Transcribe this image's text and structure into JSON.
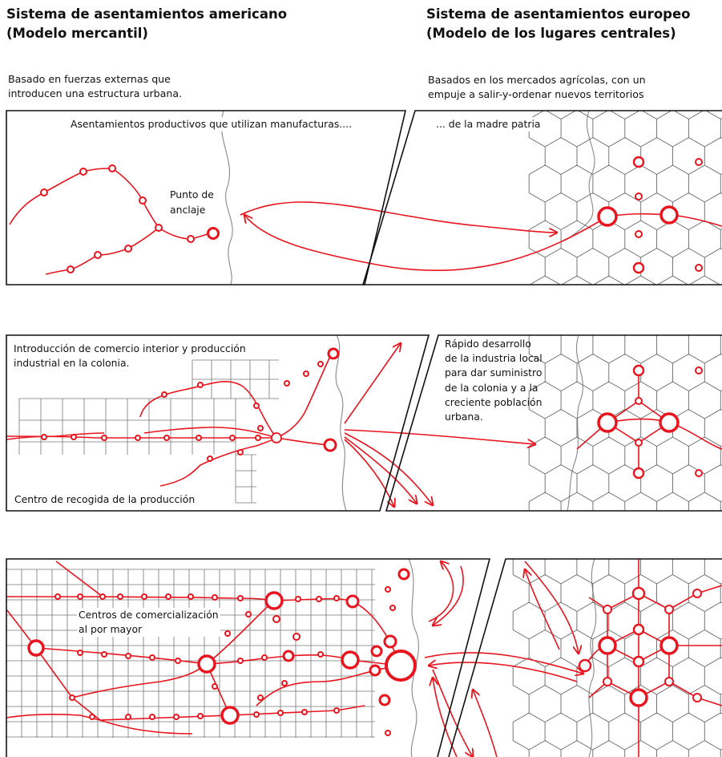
{
  "headers": {
    "american": {
      "title_line1": "Sistema de asentamientos americano",
      "title_line2": "(Modelo mercantil)",
      "description_line1": "Basado en fuerzas externas que",
      "description_line2": "introducen una estructura urbana."
    },
    "european": {
      "title_line1": "Sistema de asentamientos europeo",
      "title_line2": "(Modelo de los lugares centrales)",
      "description_line1": "Basados en los mercados agrícolas, con un",
      "description_line2": "empuje a salir-y-ordenar nuevos territorios"
    }
  },
  "panel1": {
    "left_caption": "Asentamientos productivos que utilizan manufacturas....",
    "anchor_line1": "Punto de",
    "anchor_line2": "anclaje",
    "right_caption": "... de la madre patria"
  },
  "panel2": {
    "left_caption_line1": "Introducción de comercio interior y producción",
    "left_caption_line2": "industrial en la colonia.",
    "collection_center": "Centro de recogida de la producción",
    "right_caption": [
      "Rápido desarrollo",
      "de la industria local",
      "para dar suministro",
      "de la colonia y a la",
      "creciente población",
      "urbana."
    ]
  },
  "panel3": {
    "wholesale_line1": "Centros de comercialización",
    "wholesale_line2": "al por mayor"
  },
  "colors": {
    "accent_red": "#e8141e",
    "outline": "#111111",
    "hex_grid": "#666666",
    "grid": "#777777",
    "coast": "#888888"
  }
}
